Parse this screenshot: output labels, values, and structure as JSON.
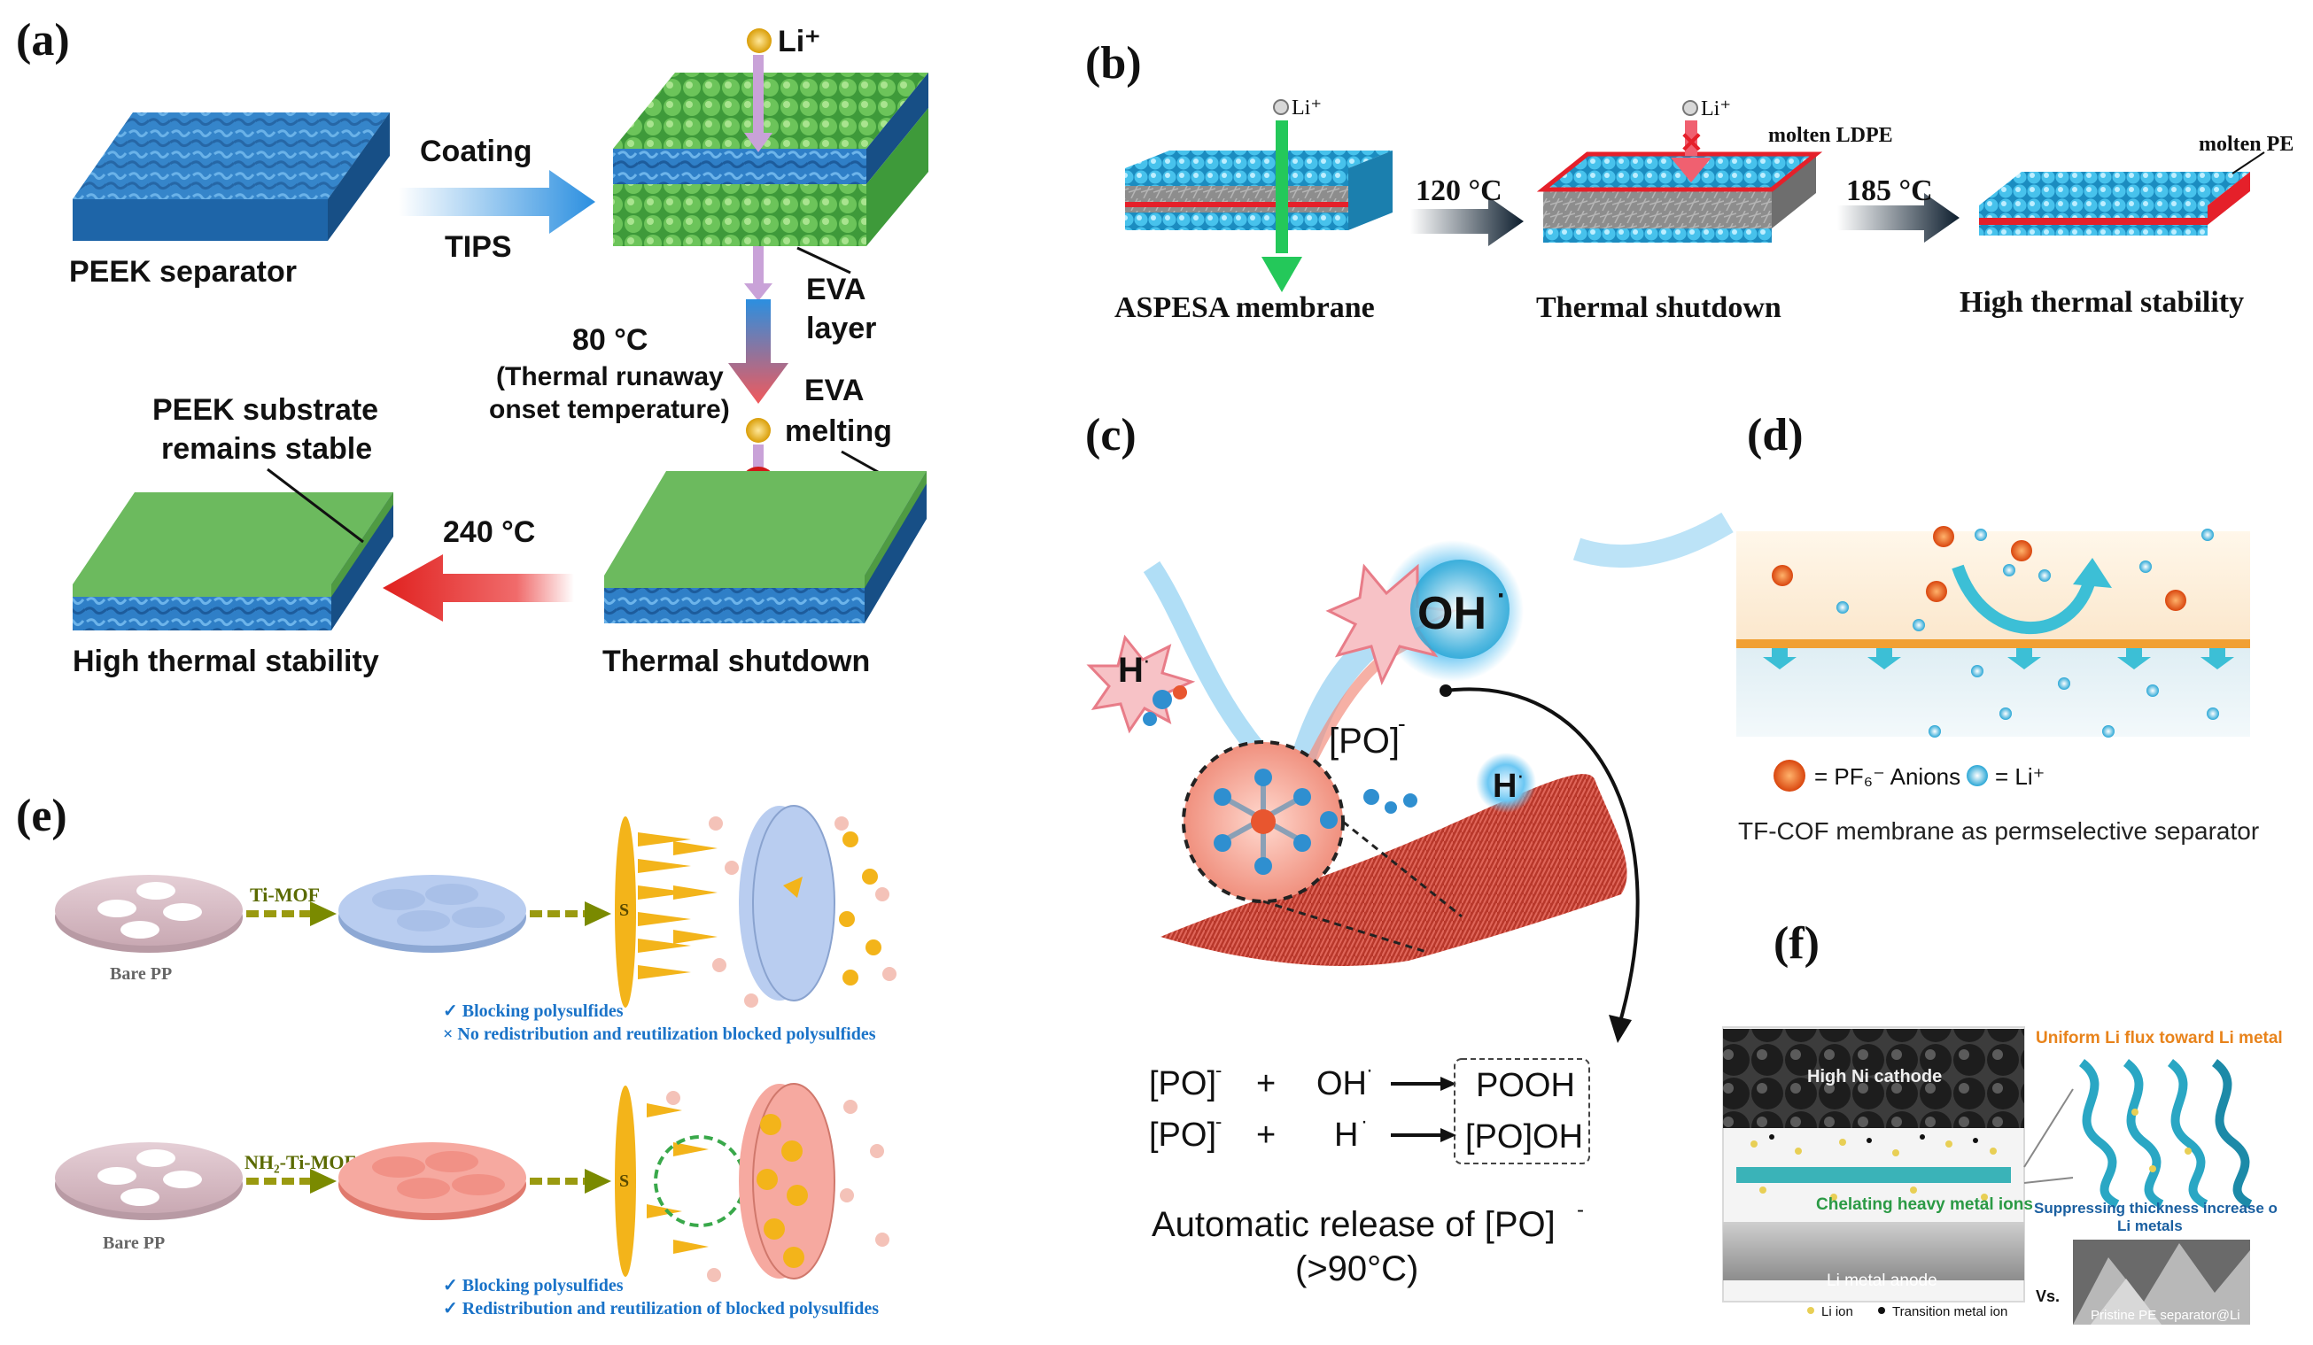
{
  "panels": {
    "a": {
      "label": "(a)",
      "ion": "Li⁺",
      "arrow_top": "Coating",
      "arrow_bottom": "TIPS",
      "separator": "PEEK separator",
      "eva_layer": [
        "EVA",
        "layer"
      ],
      "temp_80": "80 °C",
      "runaway": [
        "(Thermal runaway",
        "onset temperature)"
      ],
      "eva_melting": [
        "EVA",
        "melting"
      ],
      "substrate": [
        "PEEK substrate",
        "remains stable"
      ],
      "temp_240": "240 °C",
      "high_stability": "High thermal stability",
      "shutdown": "Thermal shutdown"
    },
    "b": {
      "label": "(b)",
      "ion_1": "Li⁺",
      "ion_2": "Li⁺",
      "temp_120": "120 °C",
      "temp_185": "185 °C",
      "molten_ldpe": "molten LDPE",
      "molten_pe": "molten PE",
      "membrane": "ASPESA membrane",
      "shutdown": "Thermal shutdown",
      "stability": "High thermal stability"
    },
    "c": {
      "label": "(c)",
      "oh": "OH",
      "h_left": "H",
      "h_right": "H",
      "po": "[PO]",
      "eq1": {
        "a": "[PO]",
        "plus": "+",
        "b": "OH",
        "product": "POOH"
      },
      "eq2": {
        "a": "[PO]",
        "plus": "+",
        "b": "H",
        "product": "[PO]OH"
      },
      "caption": [
        "Automatic release of [PO]",
        "(>90°C)"
      ]
    },
    "d": {
      "label": "(d)",
      "legend_anion": "= PF₆⁻ Anions",
      "legend_li": "= Li⁺",
      "caption": "TF-COF membrane as permselective separator"
    },
    "e": {
      "label": "(e)",
      "bare_1": "Bare PP",
      "mof_1": "Ti-MOF",
      "s_1": "S",
      "note_1a": "✓  Blocking polysulfides",
      "note_1b": "×  No redistribution and reutilization blocked polysulfides",
      "bare_2": "Bare PP",
      "mof_2": "NH₂-Ti-MOF",
      "s_2": "S",
      "note_2a": "✓  Blocking polysulfides",
      "note_2b": "✓  Redistribution and reutilization of blocked polysulfides"
    },
    "f": {
      "label": "(f)",
      "cathode": "High Ni cathode",
      "chelating": "Chelating heavy metal ions",
      "anode": "Li metal anode",
      "legend_li": "Li ion",
      "legend_tm": "Transition metal ion",
      "uniform": "Uniform Li flux toward Li metal",
      "suppress": [
        "Suppressing thickness increase o",
        "Li metals"
      ],
      "vs": "Vs.",
      "pristine": "Pristine PE separator@Li"
    }
  },
  "colors": {
    "blue_separator": "#2f7fc7",
    "green_coat": "#5ab84a",
    "arrow_blue": "#2b8fe0",
    "arrow_red": "#e0201e",
    "red_molten": "#e5202a",
    "cyan_ball": "#3fb3e0",
    "orange_anion": "#e8631b",
    "mof_blue": "#b9cdf0",
    "mof_pink": "#f6a9a0",
    "sulfur": "#f3b41a",
    "olive_arrow": "#8a8a00"
  }
}
